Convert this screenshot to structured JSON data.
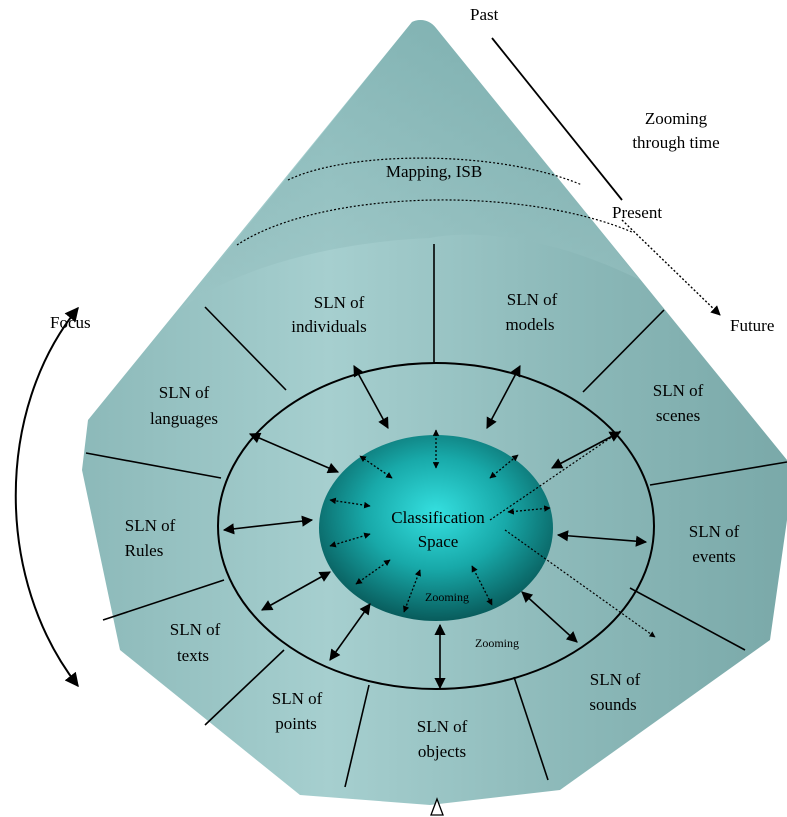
{
  "time_axis": {
    "past": "Past",
    "present": "Present",
    "future": "Future",
    "zooming_through_time": [
      "Zooming",
      "through time"
    ]
  },
  "cone_band_label": "Mapping, ISB",
  "focus_label": "Focus",
  "center": [
    "Classification",
    "Space"
  ],
  "zoom_inner": "Zooming",
  "zoom_outer": "Zooming",
  "sectors": {
    "individuals": [
      "SLN of",
      "individuals"
    ],
    "models": [
      "SLN of",
      "models"
    ],
    "scenes": [
      "SLN of",
      "scenes"
    ],
    "events": [
      "SLN of",
      "events"
    ],
    "sounds": [
      "SLN of",
      "sounds"
    ],
    "objects": [
      "SLN of",
      "objects"
    ],
    "points": [
      "SLN of",
      "points"
    ],
    "texts": [
      "SLN of",
      "texts"
    ],
    "rules": [
      "SLN of",
      "Rules"
    ],
    "languages": [
      "SLN of",
      "languages"
    ]
  },
  "colors": {
    "cone": "#9fc6c6",
    "cone_dark": "#6fa3a3",
    "center_light": "#2fd6d6",
    "center_dark": "#0a5c5c",
    "line": "#000000"
  }
}
